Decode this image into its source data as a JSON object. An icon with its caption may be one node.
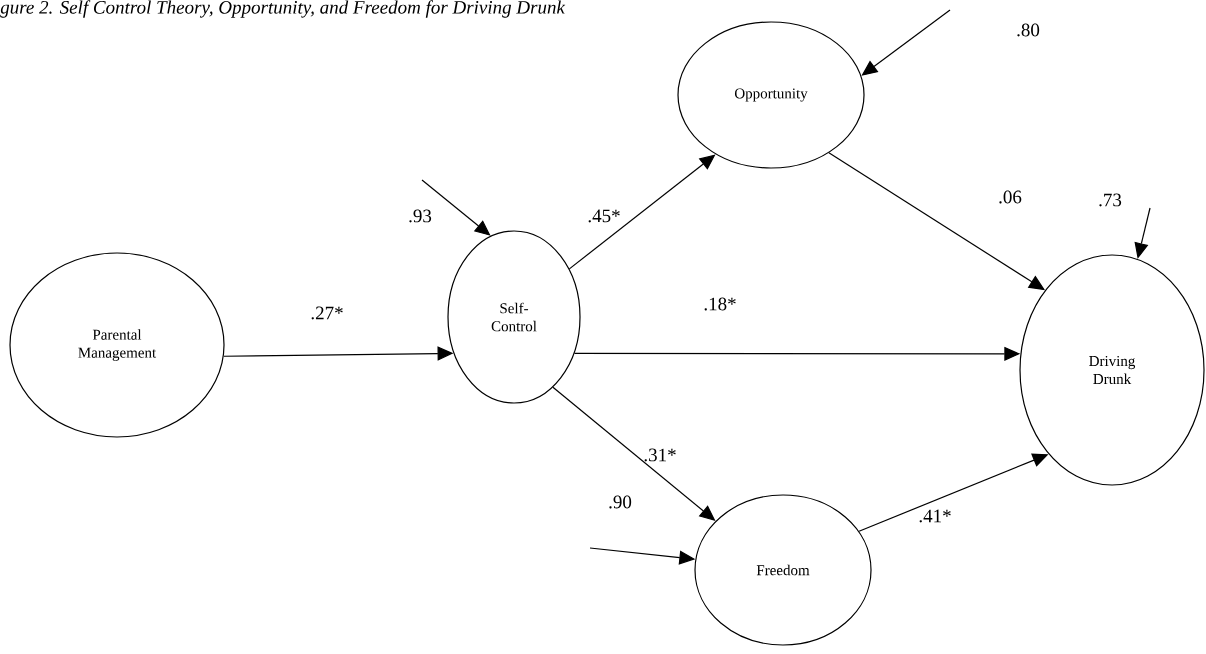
{
  "diagram": {
    "title": "gure 2. Self Control Theory, Opportunity, and Freedom for Driving Drunk",
    "nodes": [
      {
        "text": [
          "Parental Management"
        ]
      },
      {
        "text": [
          "Self-Control"
        ]
      },
      {
        "text": [
          "Opportunity"
        ]
      },
      {
        "text": [
          "Driving Drunk"
        ]
      },
      {
        "text": [
          "Freedom"
        ]
      }
    ],
    "edges": [
      {
        "from": 0,
        "to": 1,
        "arrow": "to",
        "label": ".27*"
      },
      {
        "from": 1,
        "to": 2,
        "arrow": "to",
        "label": ".45*"
      },
      {
        "from": 1,
        "to": 3,
        "arrow": "to",
        "label": ".18*"
      },
      {
        "from": 1,
        "to": 4,
        "arrow": "to",
        "label": ".31*"
      },
      {
        "from": 2,
        "to": 3,
        "arrow": "to",
        "label": ".06"
      },
      {
        "from": 4,
        "to": 3,
        "arrow": "to",
        "label": ".41*"
      },
      {
        "from": null,
        "to": 2,
        "arrow": "to",
        "label": ".80"
      },
      {
        "from": null,
        "to": 1,
        "arrow": "to",
        "label": ".93"
      },
      {
        "from": null,
        "to": 3,
        "arrow": "to",
        "label": ".73"
      },
      {
        "from": null,
        "to": 4,
        "arrow": "to",
        "label": ".90"
      }
    ]
  }
}
